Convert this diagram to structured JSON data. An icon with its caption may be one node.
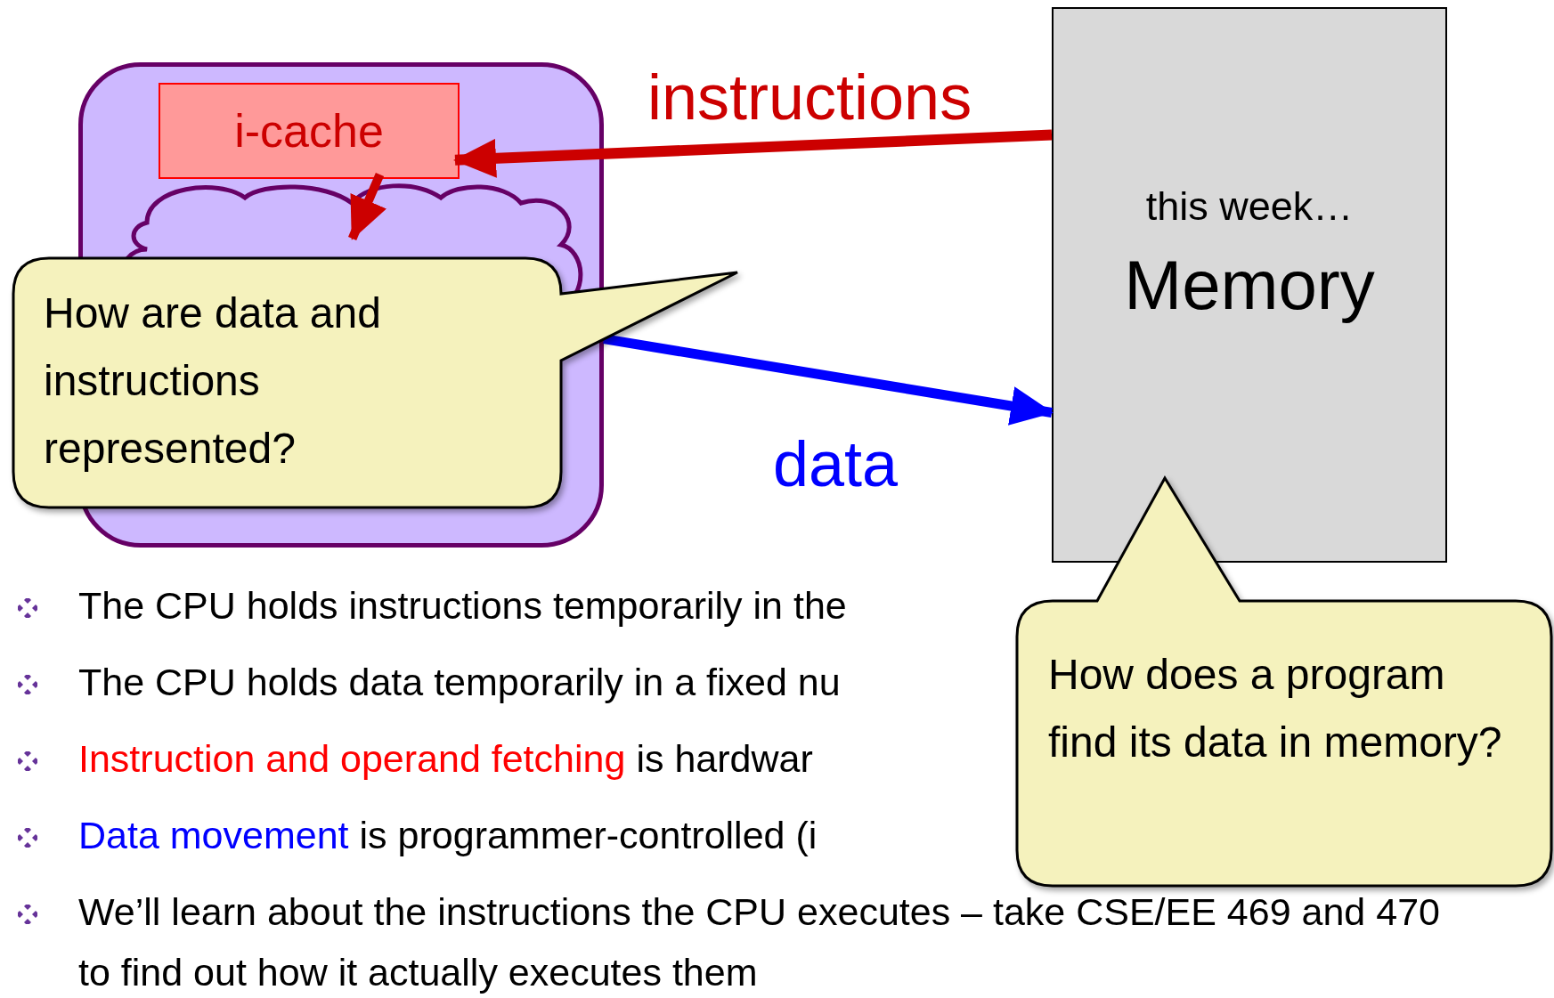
{
  "diagram": {
    "nodes": [
      {
        "text": [],
        "shape": "box"
      },
      {
        "text": [
          "i-cache"
        ],
        "in": 0
      },
      {
        "text": [],
        "shape": "cloud",
        "in": 0
      },
      {
        "text": [
          "this week…",
          "Memory"
        ]
      },
      {
        "text": [
          "How are data and instructions represented?"
        ]
      },
      {
        "text": [
          "How does a program find its data in memory?"
        ]
      }
    ],
    "edges": [
      {
        "from": 3,
        "to": 1,
        "arrow": "to",
        "label": "instructions"
      },
      {
        "from": 1,
        "to": 2,
        "arrow": "to"
      },
      {
        "from": 0,
        "to": 3,
        "arrow": "to",
        "label": "data",
        "color": "#0000ff"
      }
    ],
    "labels": [
      "The CPU holds instructions temporarily in the",
      "The CPU holds data temporarily in a fixed nu",
      "Instruction and operand fetching",
      "is hardwar",
      "Data movement",
      "is programmer-controlled (i",
      "We’ll learn about the instructions the CPU executes – take CSE/EE 469 and 470 to find out how it actually executes them"
    ]
  }
}
